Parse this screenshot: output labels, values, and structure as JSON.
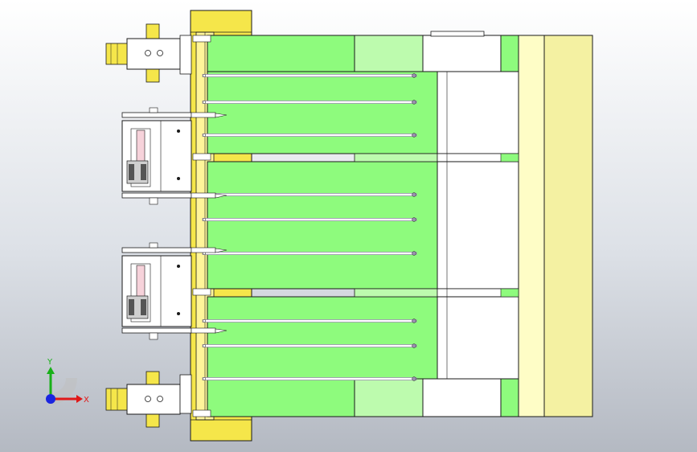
{
  "viewport": {
    "background_top": "#ffffff",
    "background_bottom": "#b4b9c2"
  },
  "colors": {
    "outline": "#1a1a1a",
    "plate_yellow": "#f5e64a",
    "plate_yellow_light": "#fff59a",
    "cream": "#fefdc6",
    "cream_dark": "#f4f1a2",
    "green_bright": "#8efb7d",
    "green_pale": "#bdfbae",
    "white": "#ffffff",
    "pin": "#9a8fb0",
    "axis_x": "#e01818",
    "axis_y": "#18b018",
    "axis_z": "#1a24e0"
  },
  "triad": {
    "x_label": "X",
    "y_label": "Y"
  },
  "components": [
    "yellow-backing-plate",
    "green-cavity-bars",
    "white-spacer-blocks",
    "cream-end-plates",
    "side-cylinder-top",
    "side-cylinder-bottom",
    "slide-mechanism-upper",
    "slide-mechanism-lower",
    "ejector-pins"
  ]
}
